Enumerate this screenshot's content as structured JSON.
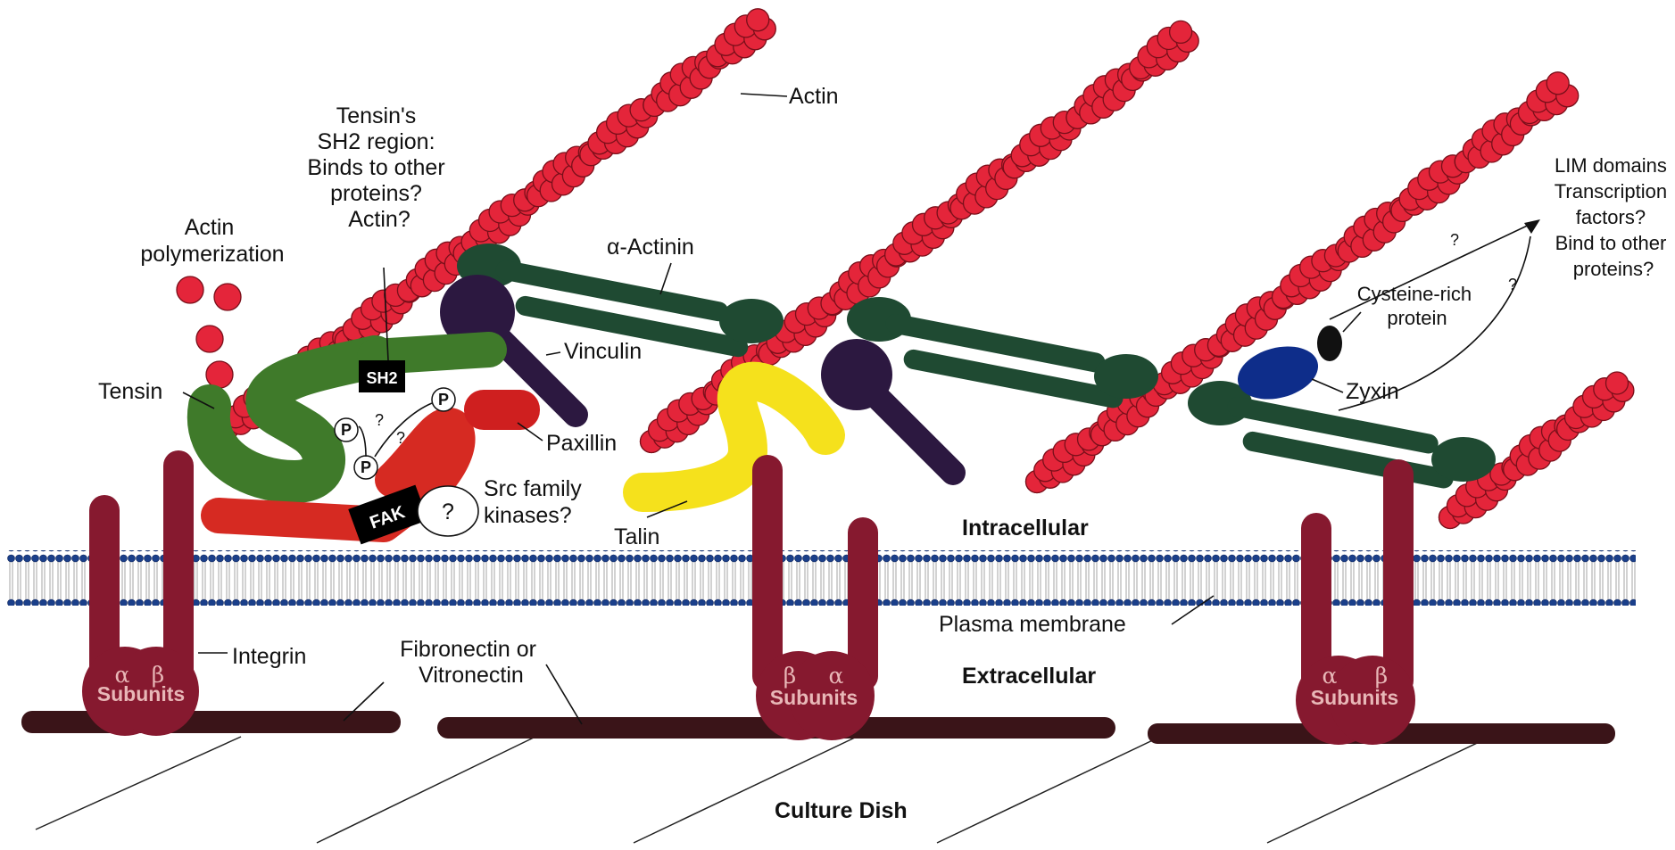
{
  "labels": {
    "actin": "Actin",
    "tensin_sh2": [
      "Tensin's",
      "SH2 region:",
      "Binds to other",
      "proteins?",
      "Actin?"
    ],
    "actin_polymerization": [
      "Actin",
      "polymerization"
    ],
    "alpha_actinin": "α-Actinin",
    "vinculin": "Vinculin",
    "tensin": "Tensin",
    "paxillin": "Paxillin",
    "src_family": [
      "Src family",
      "kinases?"
    ],
    "talin": "Talin",
    "intracellular": "Intracellular",
    "plasma_membrane": "Plasma membrane",
    "extracellular": "Extracellular",
    "integrin": "Integrin",
    "fibronectin": [
      "Fibronectin or",
      "Vitronectin"
    ],
    "culture_dish": "Culture Dish",
    "cysteine_rich": [
      "Cysteine-rich",
      "protein"
    ],
    "zyxin": "Zyxin",
    "lim_domains": [
      "LIM domains",
      "Transcription",
      "factors?",
      "Bind to other",
      "proteins?"
    ]
  },
  "tags": {
    "sh2": "SH2",
    "fak": "FAK",
    "phospho": "P",
    "question": "?",
    "subunits": "Subunits",
    "alpha": "α",
    "beta": "β"
  },
  "colors": {
    "actin": "#e4253a",
    "actin_outline": "#7a0f1a",
    "alpha_actinin": "#1f4a32",
    "vinculin": "#2c1840",
    "tensin": "#3f7a2a",
    "fak": "#d62a22",
    "paxillin": "#cf1f1f",
    "talin": "#f5e11c",
    "zyxin": "#0e2d8a",
    "integrin": "#86192f",
    "membrane_head": "#1a3f8a",
    "substrate": "#3a1418"
  }
}
